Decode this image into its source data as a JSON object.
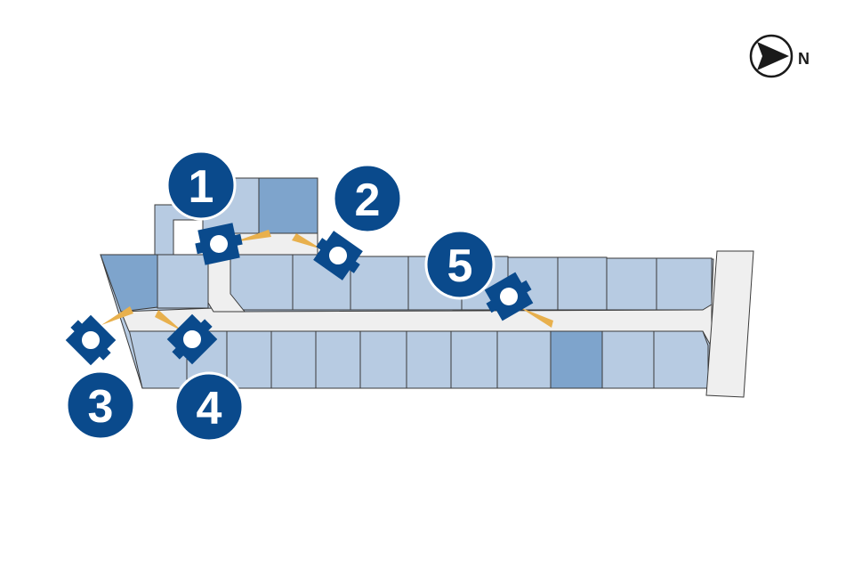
{
  "compass": {
    "label": "N",
    "icon": "north-arrow-icon"
  },
  "colors": {
    "lot_light": "#b7cbe2",
    "lot_dark": "#7ea4cc",
    "road": "#efefef",
    "outline": "#3a3a3a",
    "marker_blue": "#0a4a8c",
    "view_cone": "#e8b04d"
  },
  "viewpoints": [
    {
      "id": "1",
      "label": "1",
      "icon": "camera-marker-icon"
    },
    {
      "id": "2",
      "label": "2",
      "icon": "camera-marker-icon"
    },
    {
      "id": "3",
      "label": "3",
      "icon": "camera-marker-icon"
    },
    {
      "id": "4",
      "label": "4",
      "icon": "camera-marker-icon"
    },
    {
      "id": "5",
      "label": "5",
      "icon": "camera-marker-icon"
    }
  ]
}
